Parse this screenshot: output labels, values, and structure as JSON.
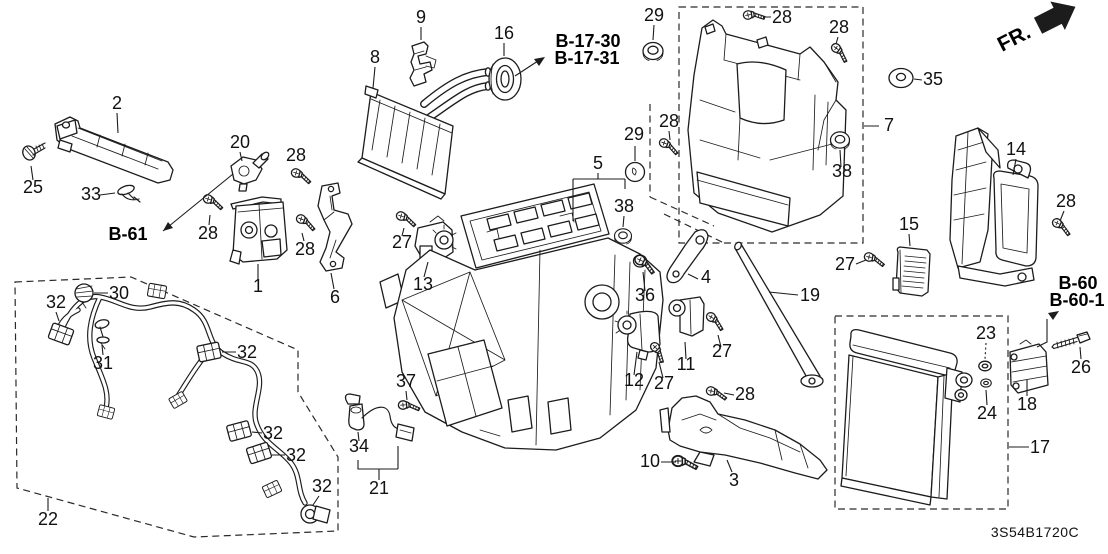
{
  "diagram": {
    "code": "3S54B1720C",
    "fr_label": "FR.",
    "background": "#ffffff",
    "line_color": "#1c1c1c"
  },
  "ref_labels": {
    "b61": "B-61",
    "b17_30": "B-17-30",
    "b17_31": "B-17-31",
    "b60": "B-60",
    "b60_1": "B-60-1"
  },
  "callouts": [
    {
      "text": "2"
    },
    {
      "text": "25"
    },
    {
      "text": "33"
    },
    {
      "text": "20"
    },
    {
      "text": "28"
    },
    {
      "text": "28"
    },
    {
      "text": "1"
    },
    {
      "text": "28"
    },
    {
      "text": "6"
    },
    {
      "text": "27"
    },
    {
      "text": "13"
    },
    {
      "text": "9"
    },
    {
      "text": "8"
    },
    {
      "text": "16"
    },
    {
      "text": "29"
    },
    {
      "text": "28"
    },
    {
      "text": "28"
    },
    {
      "text": "35"
    },
    {
      "text": "7"
    },
    {
      "text": "38"
    },
    {
      "text": "29"
    },
    {
      "text": "28"
    },
    {
      "text": "5"
    },
    {
      "text": "38"
    },
    {
      "text": "36"
    },
    {
      "text": "4"
    },
    {
      "text": "19"
    },
    {
      "text": "27"
    },
    {
      "text": "15"
    },
    {
      "text": "14"
    },
    {
      "text": "28"
    },
    {
      "text": "23"
    },
    {
      "text": "24"
    },
    {
      "text": "18"
    },
    {
      "text": "26"
    },
    {
      "text": "17"
    },
    {
      "text": "12"
    },
    {
      "text": "27"
    },
    {
      "text": "11"
    },
    {
      "text": "27"
    },
    {
      "text": "28"
    },
    {
      "text": "10"
    },
    {
      "text": "3"
    },
    {
      "text": "37"
    },
    {
      "text": "34"
    },
    {
      "text": "21"
    },
    {
      "text": "30"
    },
    {
      "text": "32"
    },
    {
      "text": "31"
    },
    {
      "text": "32"
    },
    {
      "text": "32"
    },
    {
      "text": "32"
    },
    {
      "text": "32"
    },
    {
      "text": "22"
    }
  ]
}
